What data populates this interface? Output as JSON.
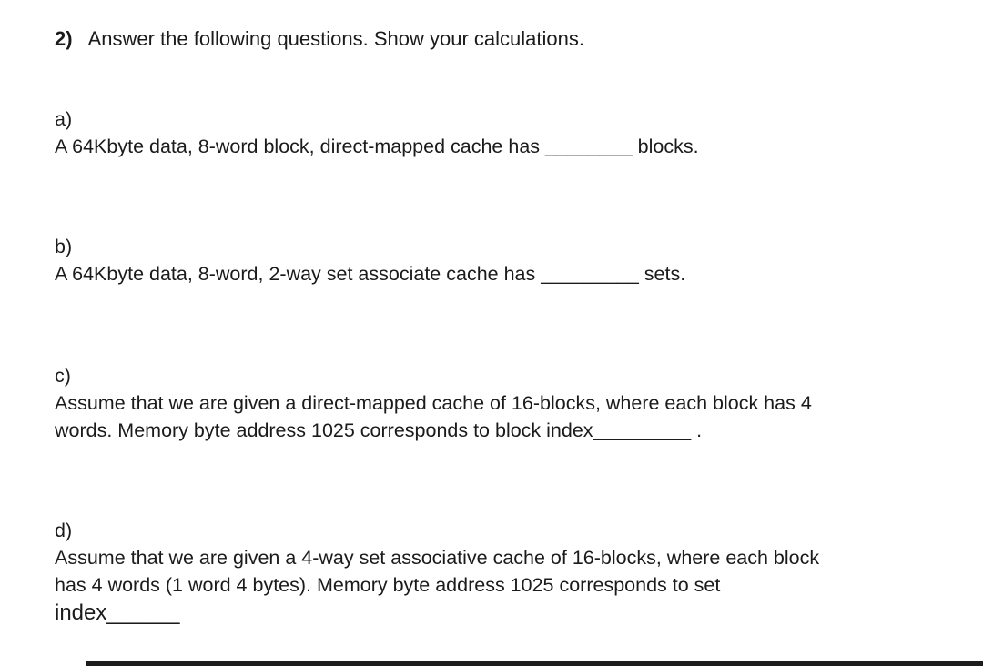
{
  "page": {
    "background_color": "#ffffff",
    "text_color": "#1b1b1b"
  },
  "question": {
    "number": "2)",
    "prompt": "Answer the following questions. Show your calculations.",
    "parts": [
      {
        "label": "a)",
        "line1": "A 64Kbyte data, 8-word block, direct-mapped cache has ________ blocks."
      },
      {
        "label": "b)",
        "line1": "A 64Kbyte data, 8-word, 2-way set associate cache has _________ sets."
      },
      {
        "label": "c)",
        "line1": "Assume that we are given a direct-mapped cache of 16-blocks, where each block has 4",
        "line2": "words. Memory byte address 1025 corresponds to block index_________ ."
      },
      {
        "label": "d)",
        "line1": "Assume that we are given a 4-way set associative cache of 16-blocks, where each block",
        "line2": "has 4 words (1 word 4 bytes). Memory byte address 1025 corresponds to set",
        "answer_line": "index______"
      }
    ]
  },
  "artifacts": {
    "bottom_edge_bar_color": "#1c1c1c"
  }
}
